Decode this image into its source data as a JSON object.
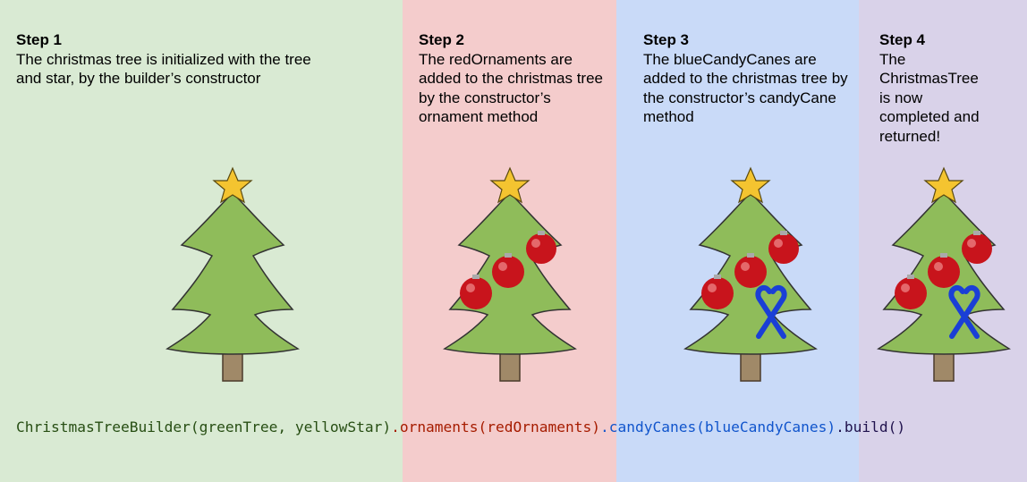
{
  "steps": [
    {
      "title": "Step 1",
      "text": "The christmas tree is initialized with the tree and star, by the builder’s constructor",
      "color": "#d9ead3"
    },
    {
      "title": "Step 2",
      "text": "The redOrnaments are added to the christmas tree by the constructor’s ornament method",
      "color": "#f4cccc"
    },
    {
      "title": "Step 3",
      "text": "The blueCandyCanes are added to the christmas tree by the constructor’s candyCane method",
      "color": "#c9daf8"
    },
    {
      "title": "Step 4",
      "text": "The ChristmasTree is now completed and returned!",
      "color": "#d9d2e9"
    }
  ],
  "code": {
    "builder": "ChristmasTreeBuilder(greenTree, yellowStar)",
    "ornaments": ".ornaments(redOrnaments)",
    "candy": ".candyCanes(blueCandyCanes)",
    "build": ".build()"
  },
  "icons": {
    "tree": "christmas-tree-icon",
    "star": "star-icon",
    "ornament": "red-ornament-icon",
    "candy": "blue-candy-cane-icon"
  },
  "colors": {
    "tree_green": "#8fbc5a",
    "trunk": "#a08968",
    "star": "#f4c430",
    "ornament_red": "#c8141c",
    "candy_blue": "#1a3fd6"
  }
}
